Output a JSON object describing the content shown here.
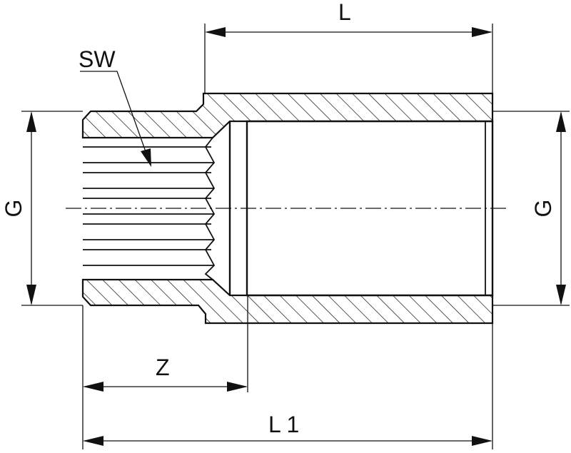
{
  "labels": {
    "L": "L",
    "SW": "SW",
    "G_left": "G",
    "G_right": "G",
    "Z": "Z",
    "L1": "L 1"
  }
}
